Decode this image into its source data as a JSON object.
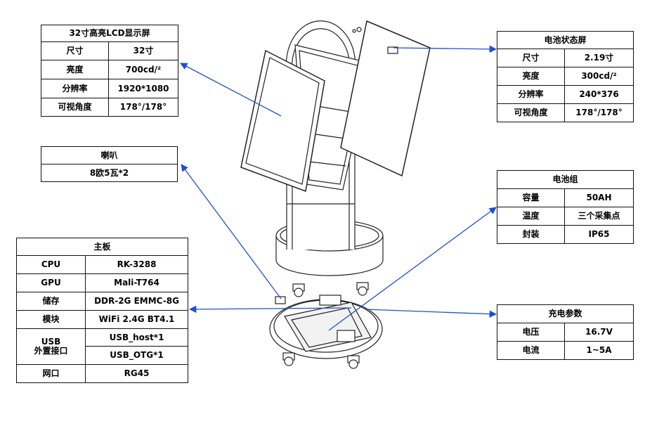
{
  "lcd": {
    "title": "32寸高亮LCD显示屏",
    "rows": [
      {
        "label": "尺寸",
        "value": "32寸"
      },
      {
        "label": "亮度",
        "value": "700cd/²"
      },
      {
        "label": "分辨率",
        "value": "1920*1080"
      },
      {
        "label": "可视角度",
        "value": "178°/178°"
      }
    ]
  },
  "speaker": {
    "title": "喇叭",
    "value": "8欧5瓦*2"
  },
  "mainboard": {
    "title": "主板",
    "rows": [
      {
        "label": "CPU",
        "value": "RK-3288"
      },
      {
        "label": "GPU",
        "value": "Mali-T764"
      },
      {
        "label": "储存",
        "value": "DDR-2G EMMC-8G"
      },
      {
        "label": "模块",
        "value": "WiFi 2.4G BT4.1"
      }
    ],
    "usb_label_1": "USB",
    "usb_label_2": "外置接口",
    "usb_host": "USB_host*1",
    "usb_otg": "USB_OTG*1",
    "port_label": "网口",
    "port_value": "RG45"
  },
  "battery_screen": {
    "title": "电池状态屏",
    "rows": [
      {
        "label": "尺寸",
        "value": "2.19寸"
      },
      {
        "label": "亮度",
        "value": "300cd/²"
      },
      {
        "label": "分辨率",
        "value": "240*376"
      },
      {
        "label": "可视角度",
        "value": "178°/178°"
      }
    ]
  },
  "battery_pack": {
    "title": "电池组",
    "rows": [
      {
        "label": "容量",
        "value": "50AH"
      },
      {
        "label": "温度",
        "value": "三个采集点"
      },
      {
        "label": "封装",
        "value": "IP65"
      }
    ]
  },
  "charging": {
    "title": "充电参数",
    "rows": [
      {
        "label": "电压",
        "value": "16.7V"
      },
      {
        "label": "电流",
        "value": "1~5A"
      }
    ]
  },
  "colors": {
    "arrow": "#1f4fd1",
    "line": "#222222"
  }
}
